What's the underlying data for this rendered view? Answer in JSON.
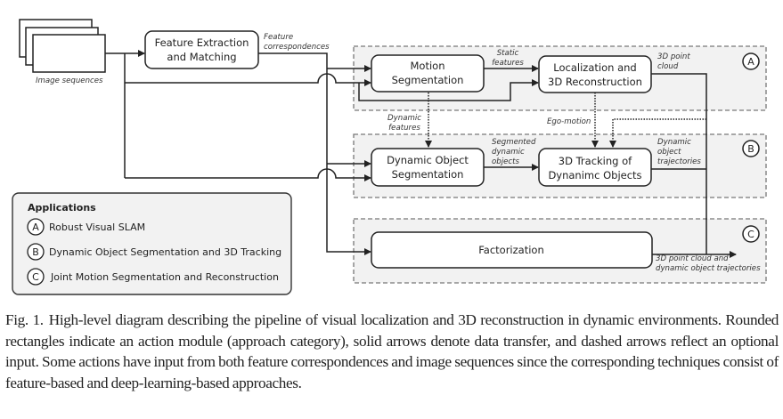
{
  "diagram": {
    "input": {
      "label": "Image sequences"
    },
    "modules": {
      "feature_extraction": [
        "Feature Extraction",
        "and Matching"
      ],
      "motion_segmentation": [
        "Motion",
        "Segmentation"
      ],
      "localization": [
        "Localization and",
        "3D Reconstruction"
      ],
      "dynamic_object_segmentation": [
        "Dynamic Object",
        "Segmentation"
      ],
      "tracking": [
        "3D Tracking of",
        "Dynanimc Objects"
      ],
      "factorization": [
        "Factorization"
      ]
    },
    "edge_labels": {
      "feature_correspondences": [
        "Feature",
        "correspondences"
      ],
      "static_features": [
        "Static",
        "features"
      ],
      "point_cloud": [
        "3D point",
        "cloud"
      ],
      "dynamic_features": [
        "Dynamic",
        "features"
      ],
      "ego_motion": [
        "Ego-motion"
      ],
      "segmented_dynamic_objects": [
        "Segmented",
        "dynamic",
        "objects"
      ],
      "dynamic_object_trajectories": [
        "Dynamic",
        "object",
        "trajectories"
      ],
      "combined_output": [
        "3D point cloud and",
        "dynamic object trajectories"
      ]
    },
    "regions": [
      "A",
      "B",
      "C"
    ],
    "legend": {
      "title": "Applications",
      "items": [
        {
          "key": "A",
          "label": "Robust Visual SLAM"
        },
        {
          "key": "B",
          "label": "Dynamic Object Segmentation and 3D Tracking"
        },
        {
          "key": "C",
          "label": "Joint Motion Segmentation and Reconstruction"
        }
      ]
    }
  },
  "caption": {
    "fig": "Fig. 1.",
    "text": "High-level diagram describing the pipeline of visual localization and 3D reconstruction in dynamic environments. Rounded rectangles indicate an action module (approach category), solid arrows denote data transfer, and dashed arrows reflect an optional input. Some actions have input from both feature correspondences and image sequences since the corresponding techniques consist of feature-based and deep-learning-based approaches."
  }
}
